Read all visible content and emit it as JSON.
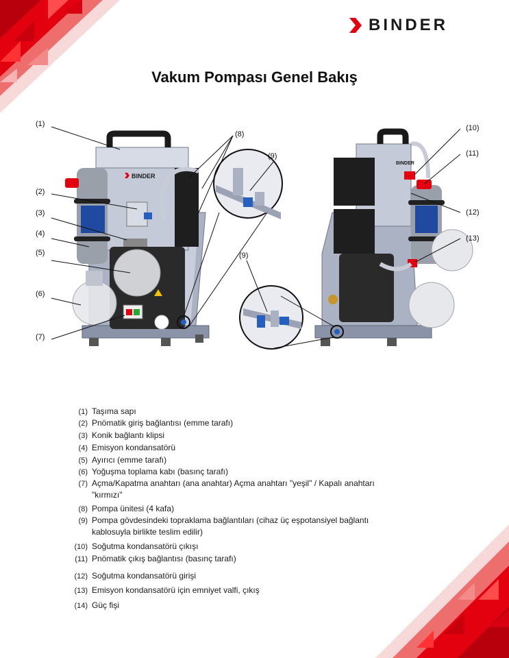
{
  "brand": {
    "name": "BINDER"
  },
  "title": "Vakum Pompası Genel Bakış",
  "figure": {
    "callouts": [
      "(1)",
      "(2)",
      "(3)",
      "(4)",
      "(5)",
      "(6)",
      "(7)",
      "(8)",
      "(9)",
      "(9)",
      "(10)",
      "(11)",
      "(12)",
      "(13)"
    ],
    "device_label": "BINDER"
  },
  "legend": [
    {
      "num": "(1)",
      "text": "Taşıma sapı"
    },
    {
      "num": "(2)",
      "text": "Pnömatik giriş bağlantısı (emme tarafı)"
    },
    {
      "num": "(3)",
      "text": "Konik bağlantı klipsi"
    },
    {
      "num": "(4)",
      "text": "Emisyon kondansatörü"
    },
    {
      "num": "(5)",
      "text": "Ayırıcı (emme tarafı)"
    },
    {
      "num": "(6)",
      "text": "Yoğuşma toplama kabı (basınç tarafı)"
    },
    {
      "num": "(7)",
      "text": "Açma/Kapatma anahtarı (ana anahtar) Açma anahtarı \"yeşil\" / Kapalı anahtarı \"kırmızı\""
    },
    {
      "num": "(8)",
      "text": "Pompa ünitesi (4 kafa)"
    },
    {
      "num": "(9)",
      "text": "Pompa gövdesindeki topraklama bağlantıları (cihaz üç eşpotansiyel bağlantı kablosuyla birlikte teslim edilir)"
    },
    {
      "num": "(10)",
      "text": "Soğutma kondansatörü çıkışı"
    },
    {
      "num": "(11)",
      "text": "Pnömatik çıkış bağlantısı (basınç tarafı)"
    },
    {
      "num": "(12)",
      "text": "Soğutma kondansatörü girişi"
    },
    {
      "num": "(13)",
      "text": "Emisyon kondansatörü için emniyet valfi, çıkış"
    },
    {
      "num": "(14)",
      "text": "Güç fişi"
    }
  ],
  "colors": {
    "accent_red": "#e3000f",
    "frame_steel": "#8a93a8",
    "panel_black": "#1e1e1e"
  }
}
